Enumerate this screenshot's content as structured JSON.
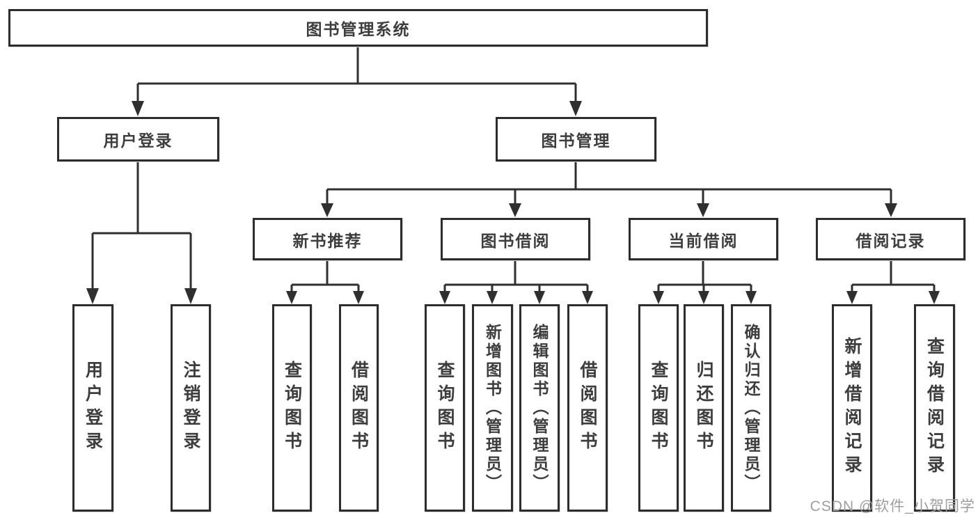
{
  "diagram_type": "function-tree",
  "colors": {
    "line": "#2f2f2f",
    "box_border": "#2d2d2d",
    "text": "#3d3d3d",
    "background": "#ffffff",
    "watermark": "#9e9e9e"
  },
  "nodes": {
    "root": "图书管理系统",
    "user_login": "用户登录",
    "book_mgmt": "图书管理",
    "new_book_rec": "新书推荐",
    "book_borrow": "图书借阅",
    "current_borrow": "当前借阅",
    "borrow_records": "借阅记录",
    "leaf_user_login": "用户登录",
    "leaf_logout": "注销登录",
    "leaf_query_book_rec": "查询图书",
    "leaf_borrow_book_rec": "借阅图书",
    "leaf_query_book_borrow": "查询图书",
    "leaf_add_book_admin": "新增图书（管理员）",
    "leaf_edit_book_admin": "编辑图书（管理员）",
    "leaf_borrow_book_borrow": "借阅图书",
    "leaf_query_book_current": "查询图书",
    "leaf_return_book": "归还图书",
    "leaf_confirm_return_admin": "确认归还（管理员）",
    "leaf_add_borrow_record": "新增借阅记录",
    "leaf_query_borrow_record": "查询借阅记录"
  },
  "hierarchy": {
    "图书管理系统": {
      "用户登录": [
        "用户登录",
        "注销登录"
      ],
      "图书管理": {
        "新书推荐": [
          "查询图书",
          "借阅图书"
        ],
        "图书借阅": [
          "查询图书",
          "新增图书（管理员）",
          "编辑图书（管理员）",
          "借阅图书"
        ],
        "当前借阅": [
          "查询图书",
          "归还图书",
          "确认归还（管理员）"
        ],
        "借阅记录": [
          "新增借阅记录",
          "查询借阅记录"
        ]
      }
    }
  },
  "watermark": "CSDN @软件_小贺同学"
}
